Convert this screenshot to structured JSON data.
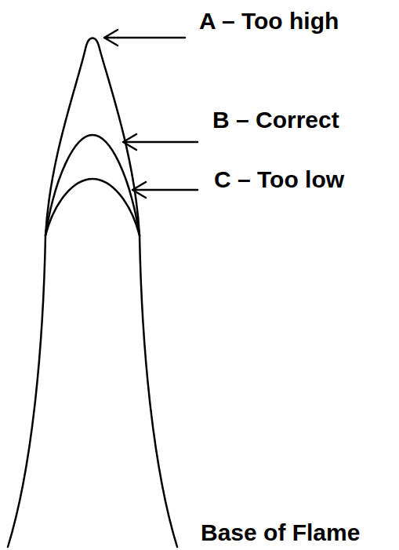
{
  "diagram": {
    "labels": [
      "A – Too high",
      "B – Correct",
      "C – Too low",
      "Base of Flame"
    ]
  }
}
